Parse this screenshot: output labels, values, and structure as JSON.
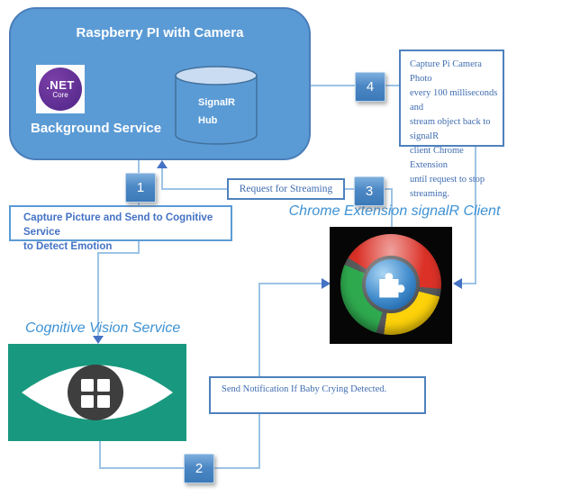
{
  "raspberry": {
    "title": "Raspberry PI with Camera",
    "service_label": "Background Service",
    "dotnet_logo": {
      "name": ".NET",
      "edition": "Core"
    },
    "signalr_hub": {
      "line1": "SignalR",
      "line2": "Hub"
    }
  },
  "steps": {
    "one": "1",
    "two": "2",
    "three": "3",
    "four": "4"
  },
  "boxes": {
    "capture_picture": {
      "lines": [
        "Capture Picture and Send to Cognitive Service",
        "to Detect Emotion"
      ]
    },
    "request_streaming": {
      "label": "Request for Streaming"
    },
    "capture_pi": {
      "lines": [
        "Capture Pi Camera Photo",
        "every 100 milliseconds and",
        "stream object back to signalR",
        "client Chrome Extension",
        "until request to stop",
        "streaming."
      ]
    },
    "send_notification": {
      "text": "Send Notification If Baby Crying Detected."
    }
  },
  "titles": {
    "chrome_client": "Chrome Extension signalR Client",
    "cognitive_service": "Cognitive Vision Service"
  },
  "colors": {
    "raspberry_box_fill": "#5B9BD5",
    "connector_line": "#9DC3E6",
    "arrowhead": "#4472C4",
    "cognitive_teal": "#18997F",
    "italic_title_blue": "#3E92D4",
    "sans_text_blue": "#4472C4",
    "serif_text_blue": "#3E6CB0",
    "dotnet_purple": "#5C2D91",
    "chrome_red": "#DB3127",
    "chrome_yellow": "#FDD20A",
    "chrome_green": "#2EA94E",
    "chrome_blue": "#3F8ACB"
  }
}
